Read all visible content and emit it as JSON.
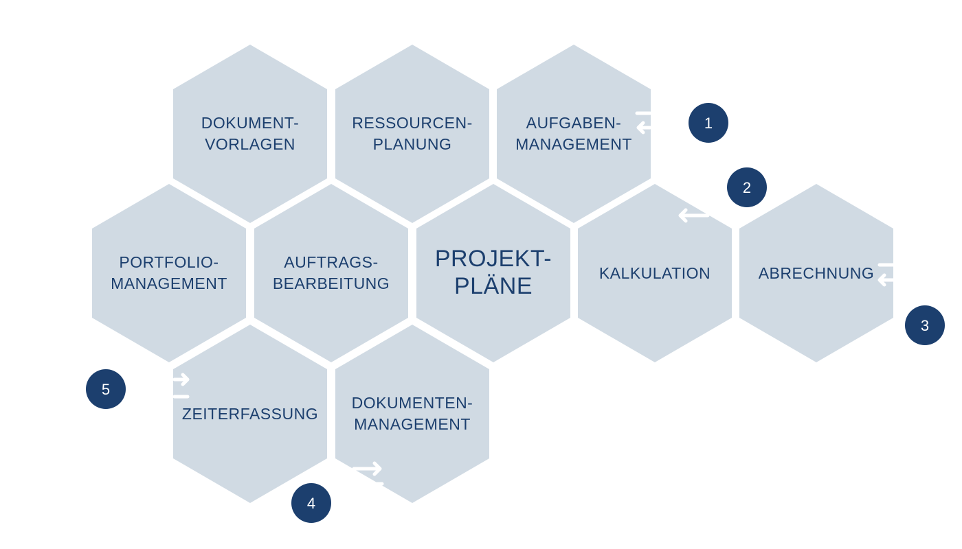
{
  "hexagons": [
    {
      "id": "dokumentvorlagen",
      "lines": [
        "DOKUMENT-",
        "VORLAGEN"
      ]
    },
    {
      "id": "ressourcenplanung",
      "lines": [
        "RESSOURCEN-",
        "PLANUNG"
      ]
    },
    {
      "id": "aufgabenmanagement",
      "lines": [
        "AUFGABEN-",
        "MANAGEMENT"
      ]
    },
    {
      "id": "portfoliomanagement",
      "lines": [
        "PORTFOLIO-",
        "MANAGEMENT"
      ]
    },
    {
      "id": "auftragsbearbeitung",
      "lines": [
        "AUFTRAGS-",
        "BEARBEITUNG"
      ]
    },
    {
      "id": "projektplaene",
      "lines": [
        "PROJEKT-",
        "PLÄNE"
      ]
    },
    {
      "id": "kalkulation",
      "lines": [
        "KALKULATION"
      ]
    },
    {
      "id": "abrechnung",
      "lines": [
        "ABRECHNUNG"
      ]
    },
    {
      "id": "zeiterfassung",
      "lines": [
        "ZEITERFASSUNG"
      ]
    },
    {
      "id": "dokumentenmanagement",
      "lines": [
        "DOKUMENTEN-",
        "MANAGEMENT"
      ]
    }
  ],
  "badges": [
    "1",
    "2",
    "3",
    "4",
    "5"
  ],
  "colors": {
    "hex_fill": "#d0dae3",
    "text": "#1c3f6e",
    "badge": "#1c3f6e"
  }
}
